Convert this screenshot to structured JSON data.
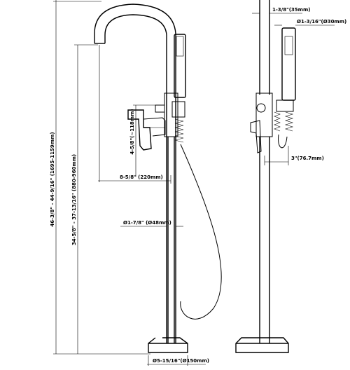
{
  "dimensions": {
    "overall_height": "46-3/8\" - 44-9/16\" (1695-1159mm)",
    "spout_height": "34-5/8\" - 37-13/16\" (880-960mm)",
    "handle_height": "4-5/8\"(~118mm)",
    "spout_reach": "8-5/8\" (220mm)",
    "pipe_diameter": "Ø1-7/8\" (Ø48mm)",
    "base_diameter": "Ø5-15/16\"(Ø150mm)",
    "side_pipe": "1-3/8\"(35mm)",
    "handshower_diameter": "Ø1-3/16\"(Ø30mm)",
    "side_offset": "3\"(76.7mm)"
  }
}
